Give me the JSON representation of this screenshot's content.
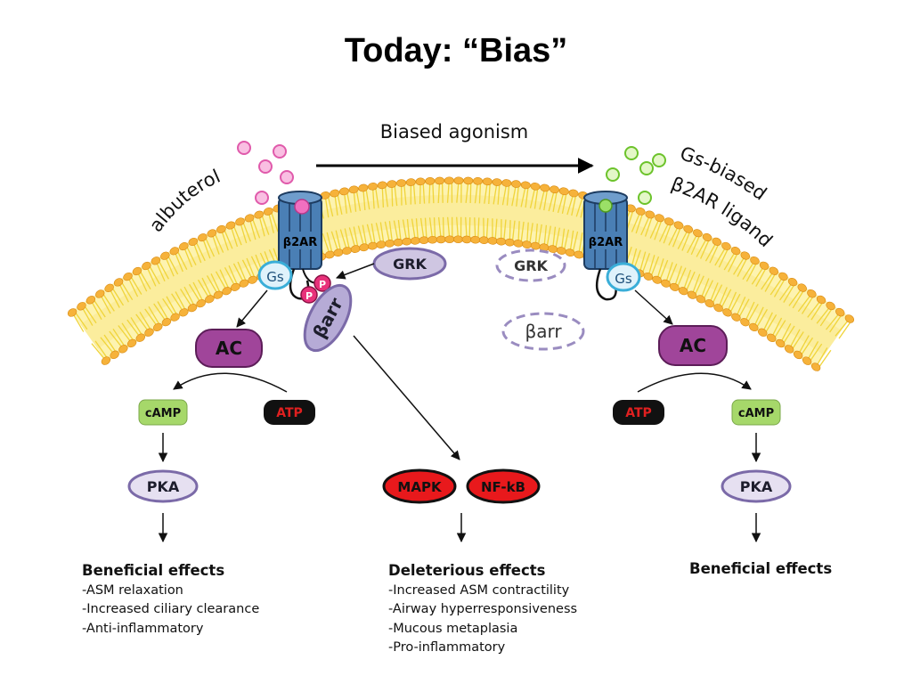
{
  "title": "Today: “Bias”",
  "arrow_label": "Biased agonism",
  "left": {
    "ligand": "albuterol",
    "receptor": "β2AR",
    "gs": "Gs",
    "grk": "GRK",
    "barr": "βarr",
    "p": "P",
    "ac": "AC",
    "camp": "cAMP",
    "atp": "ATP",
    "pka": "PKA",
    "effects_title": "Beneficial effects",
    "effects": [
      "-ASM relaxation",
      "-Increased ciliary clearance",
      "-Anti-inflammatory"
    ]
  },
  "middle": {
    "mapk": "MAPK",
    "nfkb": "NF-kB",
    "effects_title": "Deleterious effects",
    "effects": [
      "-Increased ASM contractility",
      "-Airway hyperresponsiveness",
      "-Mucous metaplasia",
      "-Pro-inflammatory"
    ]
  },
  "right": {
    "ligand_line1": "Gs-biased",
    "ligand_line2": "β2AR ligand",
    "receptor": "β2AR",
    "gs": "Gs",
    "grk": "GRK",
    "barr": "βarr",
    "ac": "AC",
    "camp": "cAMP",
    "atp": "ATP",
    "pka": "PKA",
    "effects_title": "Beneficial effects"
  },
  "colors": {
    "membrane": "#f6b93b",
    "tails": "#f7e35a",
    "receptor": "#4a7fb5",
    "gs": "#5bc2e7",
    "grk": "#cfc6e2",
    "barr": "#b6abd6",
    "ac": "#a0459a",
    "camp": "#a6d86a",
    "atp": "#111111",
    "atp_text": "#e02020",
    "mapk": "#e8191c",
    "phospho": "#e8317a",
    "ligand_left": "#f070c0",
    "ligand_right": "#7ed321"
  }
}
